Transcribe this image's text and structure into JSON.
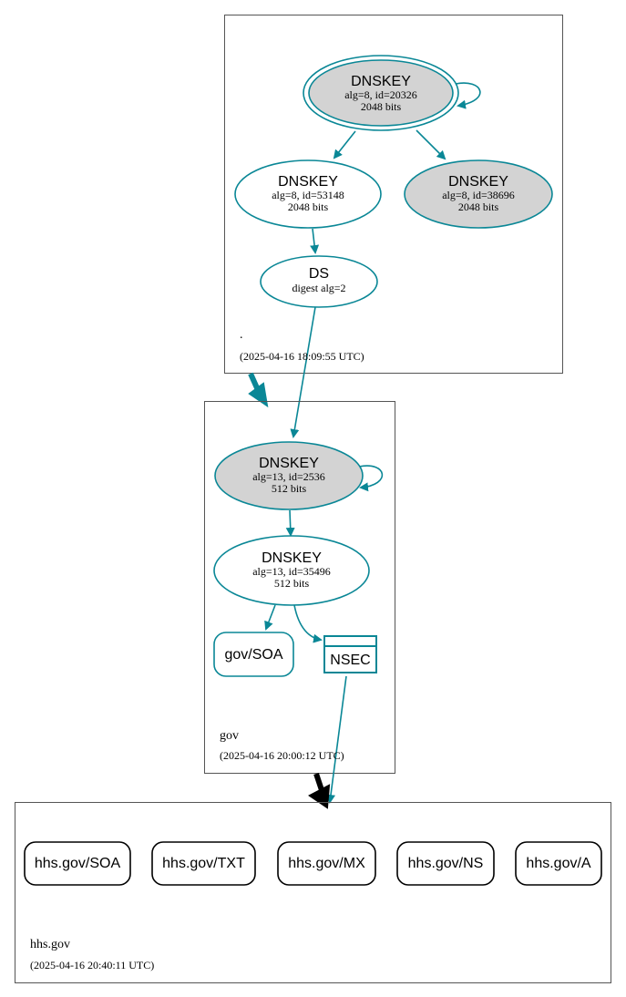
{
  "colors": {
    "edge": "#0a8796",
    "filled": "#d3d3d3",
    "border": "#555555",
    "black": "#000000"
  },
  "zones": {
    "root": {
      "name": ".",
      "timestamp": "(2025-04-16 18:09:55 UTC)"
    },
    "gov": {
      "name": "gov",
      "timestamp": "(2025-04-16 20:00:12 UTC)"
    },
    "hhs": {
      "name": "hhs.gov",
      "timestamp": "(2025-04-16 20:40:11 UTC)"
    }
  },
  "nodes": {
    "root_ksk": {
      "title": "DNSKEY",
      "line1": "alg=8, id=20326",
      "line2": "2048 bits"
    },
    "root_zsk1": {
      "title": "DNSKEY",
      "line1": "alg=8, id=53148",
      "line2": "2048 bits"
    },
    "root_zsk2": {
      "title": "DNSKEY",
      "line1": "alg=8, id=38696",
      "line2": "2048 bits"
    },
    "root_ds": {
      "title": "DS",
      "line1": "digest alg=2"
    },
    "gov_ksk": {
      "title": "DNSKEY",
      "line1": "alg=13, id=2536",
      "line2": "512 bits"
    },
    "gov_zsk": {
      "title": "DNSKEY",
      "line1": "alg=13, id=35496",
      "line2": "512 bits"
    },
    "gov_soa": {
      "label": "gov/SOA"
    },
    "gov_nsec": {
      "label": "NSEC"
    }
  },
  "records": [
    {
      "label": "hhs.gov/SOA"
    },
    {
      "label": "hhs.gov/TXT"
    },
    {
      "label": "hhs.gov/MX"
    },
    {
      "label": "hhs.gov/NS"
    },
    {
      "label": "hhs.gov/A"
    }
  ]
}
